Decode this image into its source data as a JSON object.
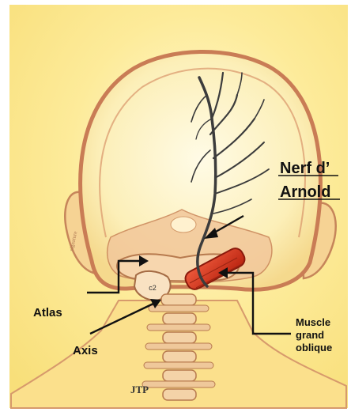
{
  "labels": {
    "nerve_line1": "Nerf d’",
    "nerve_line2": "Arnold",
    "atlas": "Atlas",
    "axis": "Axis",
    "muscle_line1": "Muscle",
    "muscle_line2": "grand",
    "muscle_line3": "oblique",
    "vertebra_c2": "c2",
    "artist_initials": "JTP"
  },
  "colors": {
    "background": "#ffffff",
    "skin_wash": "#fbe58a",
    "head_outline": "#c97c55",
    "nerve": "#3c3c3c",
    "muscle": "#d8341f",
    "bone": "#f4d3a8",
    "text": "#111111"
  }
}
